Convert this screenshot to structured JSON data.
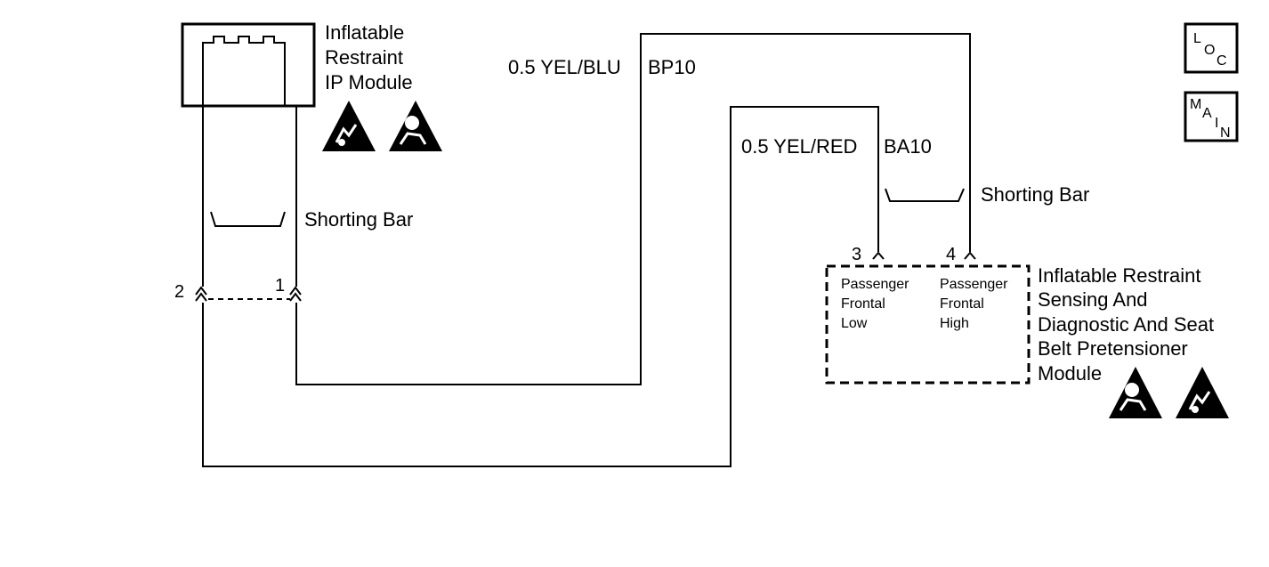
{
  "ip_module": {
    "name_lines": [
      "Inflatable",
      "Restraint",
      "IP Module"
    ],
    "shorting_bar": "Shorting Bar",
    "pins": {
      "pin1": "1",
      "pin2": "2"
    }
  },
  "wires": {
    "blue": {
      "color": "0.5 YEL/BLU",
      "circuit": "BP10"
    },
    "red": {
      "color": "0.5 YEL/RED",
      "circuit": "BA10"
    }
  },
  "sdm_module": {
    "name_lines": [
      "Inflatable Restraint",
      "Sensing And",
      "Diagnostic And Seat",
      "Belt Pretensioner",
      "Module"
    ],
    "shorting_bar": "Shorting Bar",
    "pin3": {
      "number": "3",
      "lines": [
        "Passenger",
        "Frontal",
        "Low"
      ]
    },
    "pin4": {
      "number": "4",
      "lines": [
        "Passenger",
        "Frontal",
        "High"
      ]
    }
  },
  "nav": {
    "loc": [
      "L",
      "O",
      "C"
    ],
    "main": [
      "M",
      "A",
      "I",
      "N"
    ]
  },
  "icons": [
    "esd-warning-icon",
    "airbag-warning-icon"
  ]
}
